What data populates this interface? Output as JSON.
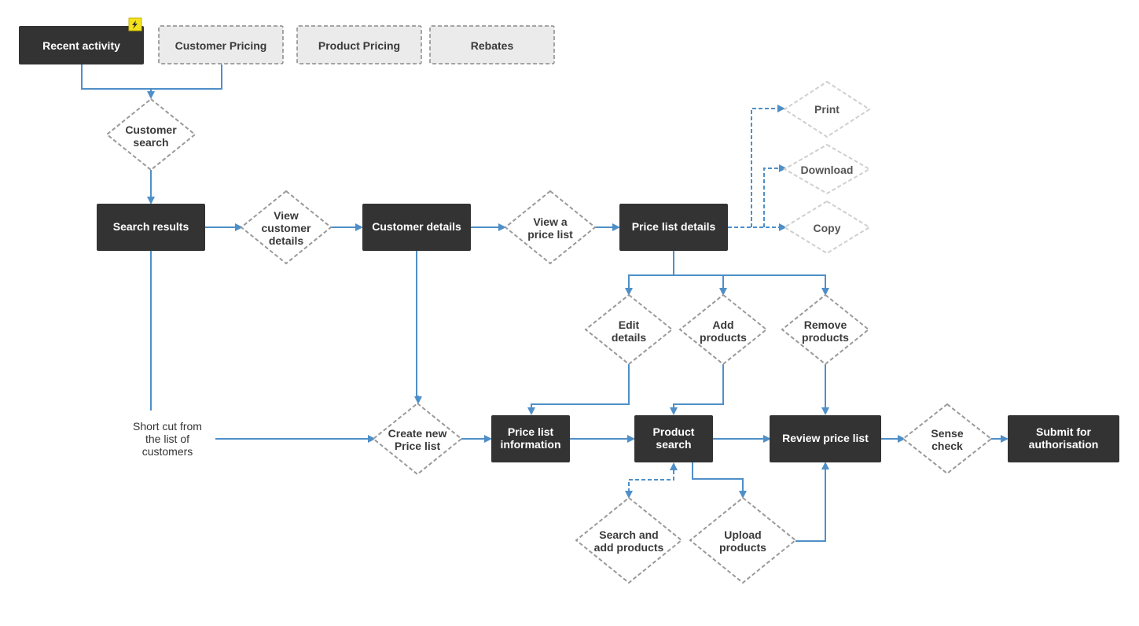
{
  "tabs": {
    "recent_activity": "Recent activity",
    "customer_pricing": "Customer Pricing",
    "product_pricing": "Product Pricing",
    "rebates": "Rebates"
  },
  "badge": {
    "icon": "lightning-bolt-icon",
    "color": "#f5e21b"
  },
  "nodes": {
    "customer_search": [
      "Customer",
      "search"
    ],
    "search_results": "Search results",
    "view_customer_details": [
      "View",
      "customer",
      "details"
    ],
    "customer_details": "Customer details",
    "view_a_price_list": [
      "View a",
      "price list"
    ],
    "price_list_details": "Price list details",
    "print": "Print",
    "download": "Download",
    "copy": "Copy",
    "edit_details": [
      "Edit",
      "details"
    ],
    "add_products": [
      "Add",
      "products"
    ],
    "remove_products": [
      "Remove",
      "products"
    ],
    "create_new_price_list": [
      "Create new",
      "Price list"
    ],
    "price_list_information": [
      "Price list",
      "information"
    ],
    "product_search": [
      "Product",
      "search"
    ],
    "review_price_list": "Review price list",
    "sense_check": [
      "Sense",
      "check"
    ],
    "submit_for_authorisation": [
      "Submit for",
      "authorisation"
    ],
    "search_and_add_products": [
      "Search and",
      "add products"
    ],
    "upload_products": [
      "Upload",
      "products"
    ]
  },
  "shortcut_note": [
    "Short cut from",
    "the list of",
    "customers"
  ],
  "colors": {
    "dark_box": "#333333",
    "connector": "#4f8fc8",
    "diamond_border": "#9a9a9a",
    "optional_border": "#cfcfcf"
  }
}
